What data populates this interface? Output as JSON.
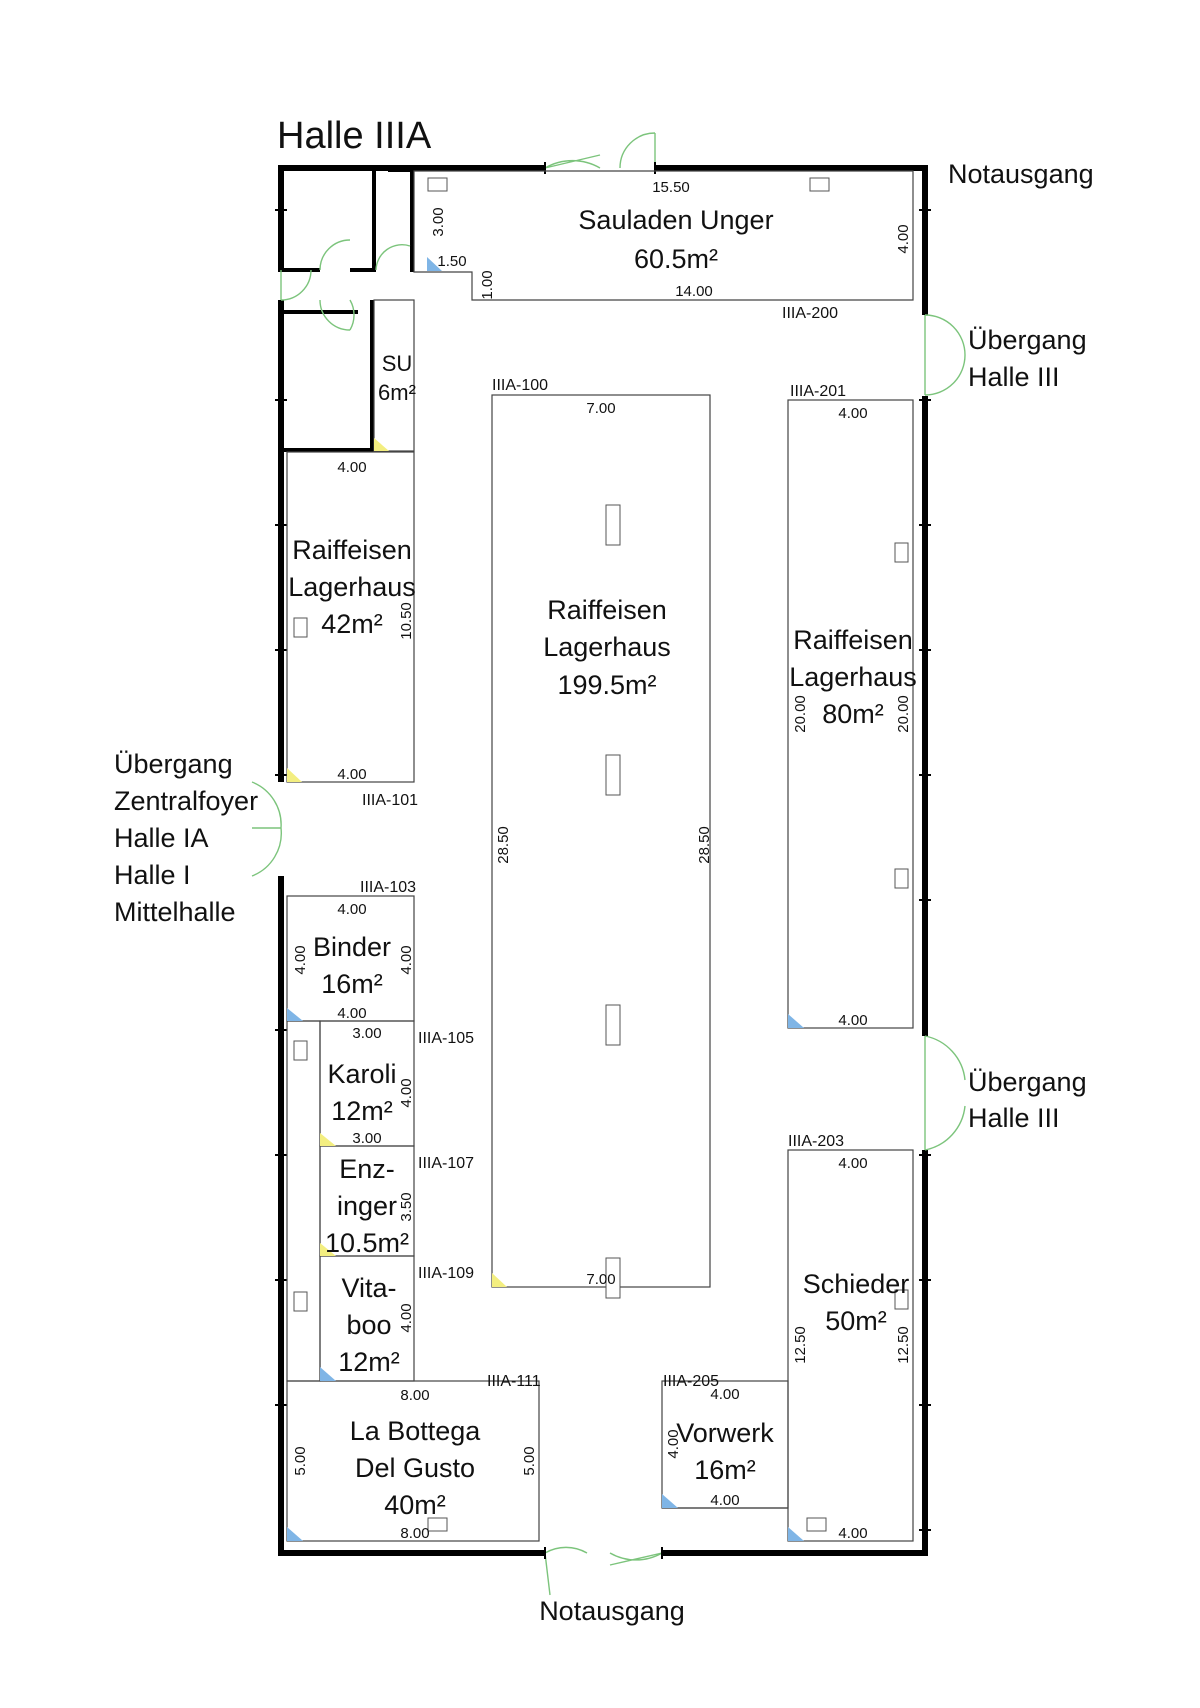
{
  "hall": {
    "title": "Halle IIIA"
  },
  "exits": {
    "north": "Notausgang",
    "south": "Notausgang",
    "east_upper": [
      "Übergang",
      "Halle III"
    ],
    "east_lower": [
      "Übergang",
      "Halle III"
    ],
    "west": [
      "Übergang",
      "Zentralfoyer",
      "Halle IA",
      "Halle I",
      "Mittelhalle"
    ]
  },
  "stands": [
    {
      "id": "IIIA-200",
      "name": [
        "Sauladen Unger"
      ],
      "area": "60.5m²",
      "dims": [
        "15.50",
        "14.00",
        "3.00",
        "1.50",
        "1.00",
        "4.00"
      ]
    },
    {
      "id": "",
      "name": [
        "SU"
      ],
      "area": "6m²",
      "dims": []
    },
    {
      "id": "IIIA-101",
      "name": [
        "Raiffeisen",
        "Lagerhaus"
      ],
      "area": "42m²",
      "dims": [
        "4.00",
        "4.00",
        "10.50"
      ]
    },
    {
      "id": "IIIA-100",
      "name": [
        "Raiffeisen",
        "Lagerhaus"
      ],
      "area": "199.5m²",
      "dims": [
        "7.00",
        "7.00",
        "28.50",
        "28.50"
      ]
    },
    {
      "id": "IIIA-201",
      "name": [
        "Raiffeisen",
        "Lagerhaus"
      ],
      "area": "80m²",
      "dims": [
        "4.00",
        "4.00",
        "20.00",
        "20.00"
      ]
    },
    {
      "id": "IIIA-103",
      "name": [
        "Binder"
      ],
      "area": "16m²",
      "dims": [
        "4.00",
        "4.00",
        "4.00",
        "4.00"
      ]
    },
    {
      "id": "IIIA-105",
      "name": [
        "Karoli"
      ],
      "area": "12m²",
      "dims": [
        "3.00",
        "3.00",
        "4.00"
      ]
    },
    {
      "id": "IIIA-107",
      "name": [
        "Enz-",
        "inger"
      ],
      "area": "10.5m²",
      "dims": [
        "3.50"
      ]
    },
    {
      "id": "IIIA-109",
      "name": [
        "Vita-",
        "boo"
      ],
      "area": "12m²",
      "dims": [
        "4.00"
      ]
    },
    {
      "id": "IIIA-111",
      "name": [
        "La Bottega",
        "Del Gusto"
      ],
      "area": "40m²",
      "dims": [
        "8.00",
        "8.00",
        "5.00",
        "5.00"
      ]
    },
    {
      "id": "IIIA-203",
      "name": [
        "Schieder"
      ],
      "area": "50m²",
      "dims": [
        "4.00",
        "4.00",
        "12.50",
        "12.50"
      ]
    },
    {
      "id": "IIIA-205",
      "name": [
        "Vorwerk"
      ],
      "area": "16m²",
      "dims": [
        "4.00",
        "4.00",
        "4.00"
      ]
    }
  ]
}
